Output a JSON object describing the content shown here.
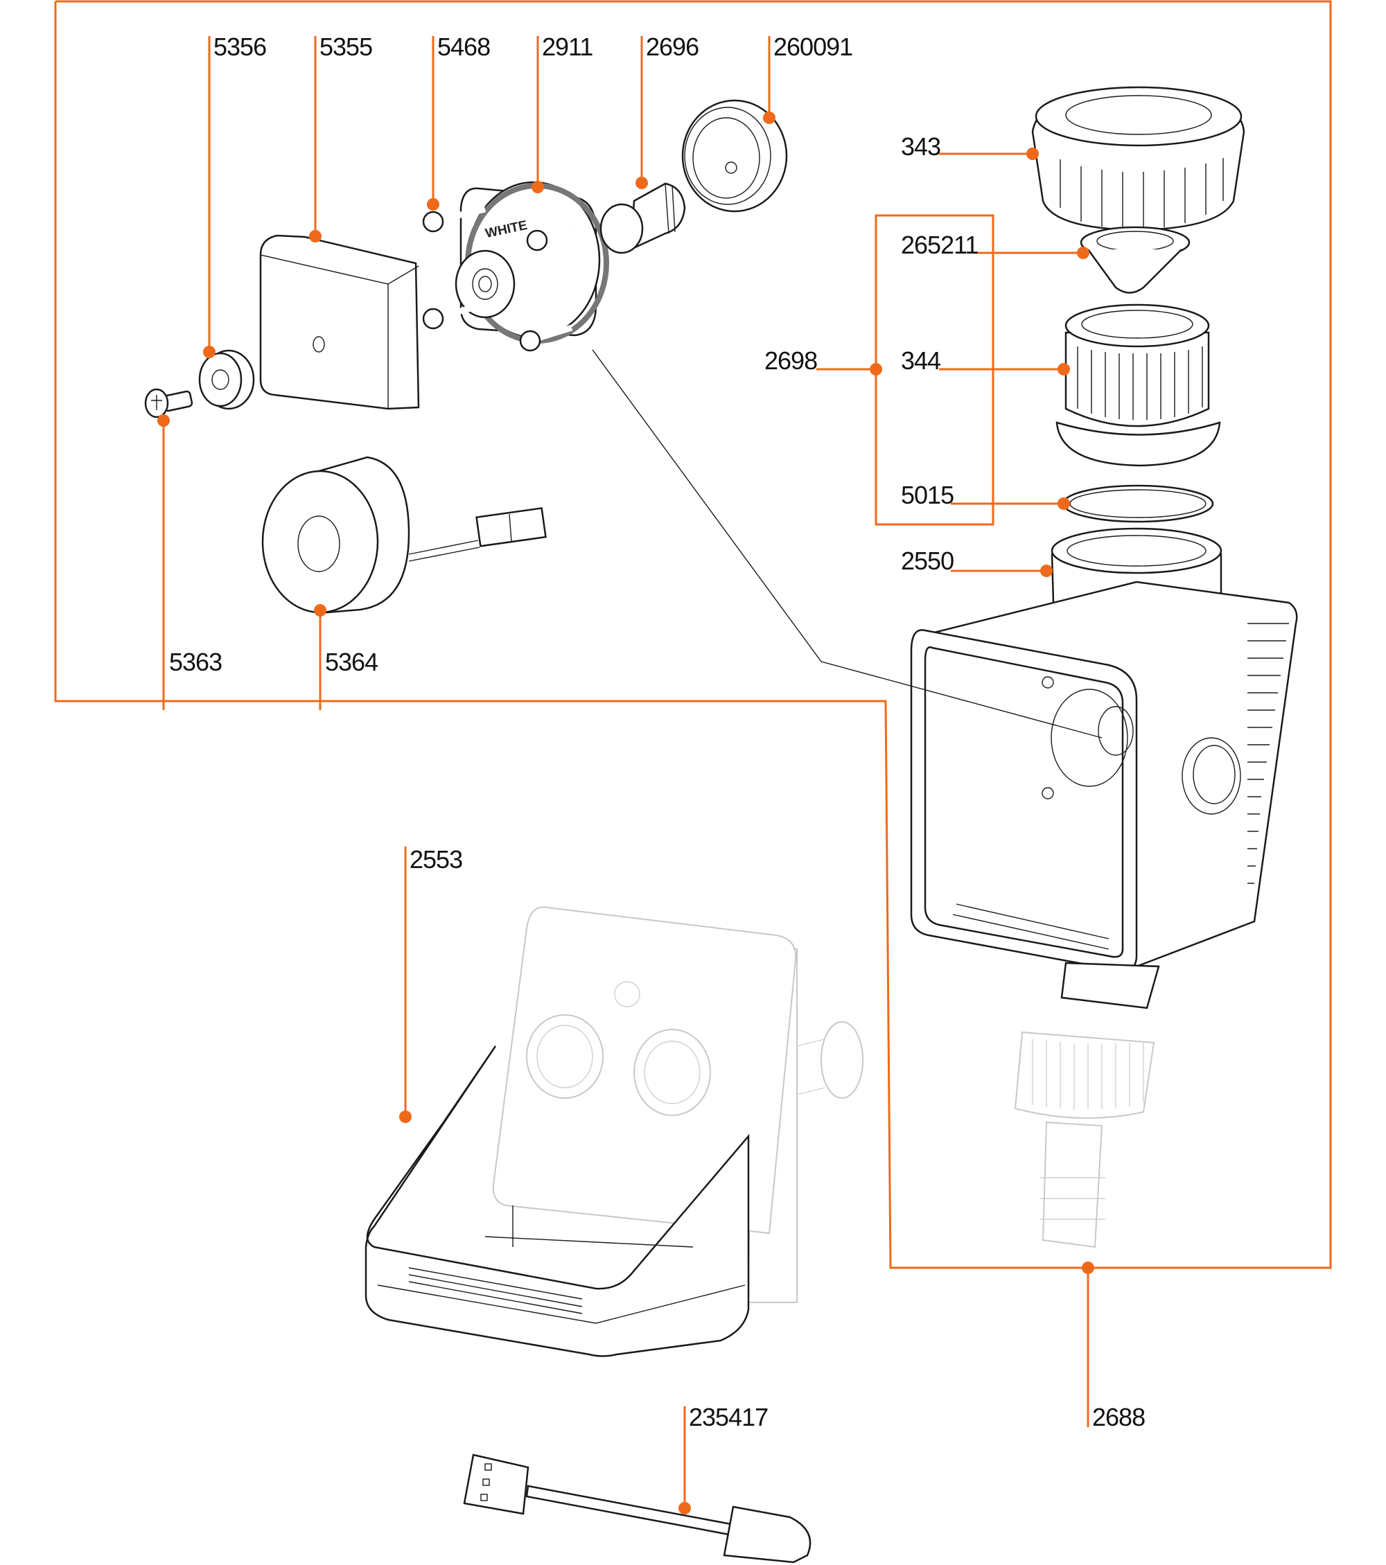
{
  "diagram": {
    "type": "exploded-parts-diagram",
    "accent_color": "#ee6a1a",
    "line_color": "#1a1a1a",
    "background": "#ffffff",
    "parts": [
      {
        "id": "5356",
        "label": "5356",
        "description": "washer"
      },
      {
        "id": "5355",
        "label": "5355",
        "description": "cover plate"
      },
      {
        "id": "5468",
        "label": "5468",
        "description": "screws"
      },
      {
        "id": "2911",
        "label": "2911",
        "description": "valve body",
        "marking": "WHITE"
      },
      {
        "id": "2696",
        "label": "2696",
        "description": "plunger"
      },
      {
        "id": "260091",
        "label": "260091",
        "description": "diaphragm"
      },
      {
        "id": "5363",
        "label": "5363",
        "description": "screw"
      },
      {
        "id": "5364",
        "label": "5364",
        "description": "solenoid coil with connector"
      },
      {
        "id": "343",
        "label": "343",
        "description": "union nut"
      },
      {
        "id": "265211",
        "label": "265211",
        "description": "insert"
      },
      {
        "id": "344",
        "label": "344",
        "description": "threaded adapter"
      },
      {
        "id": "5015",
        "label": "5015",
        "description": "o-ring"
      },
      {
        "id": "2698",
        "label": "2698",
        "description": "adapter kit (265211, 344, 5015)"
      },
      {
        "id": "2550",
        "label": "2550",
        "description": "connector ring"
      },
      {
        "id": "2553",
        "label": "2553",
        "description": "holder bracket"
      },
      {
        "id": "235417",
        "label": "235417",
        "description": "sensor cable"
      },
      {
        "id": "2688",
        "label": "2688",
        "description": "housing assembly"
      }
    ]
  }
}
